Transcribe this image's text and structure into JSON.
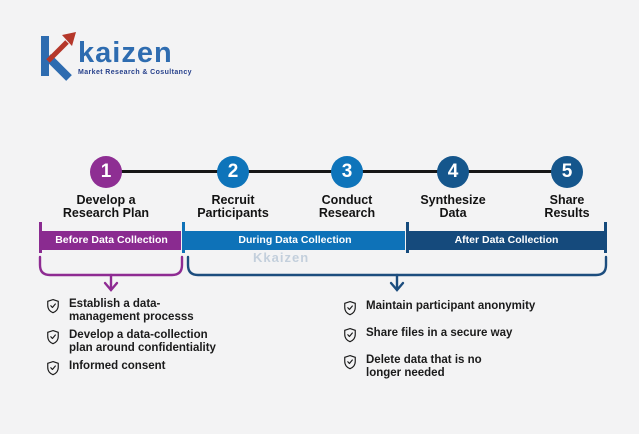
{
  "logo": {
    "brand": "kaizen",
    "tagline": "Market Research & Cosultancy",
    "colors": {
      "blue": "#2e6cb0",
      "red": "#b5372a",
      "tagline_blue": "#27418c"
    }
  },
  "watermark": "Kkaizen",
  "timeline": {
    "steps": [
      {
        "number": "1",
        "label_line1": "Develop a",
        "label_line2": "Research Plan",
        "color": "#8e2e93"
      },
      {
        "number": "2",
        "label_line1": "Recruit",
        "label_line2": "Participants",
        "color": "#0e74ba"
      },
      {
        "number": "3",
        "label_line1": "Conduct",
        "label_line2": "Research",
        "color": "#0e74ba"
      },
      {
        "number": "4",
        "label_line1": "Synthesize",
        "label_line2": "Data",
        "color": "#15568c"
      },
      {
        "number": "5",
        "label_line1": "Share",
        "label_line2": "Results",
        "color": "#15568c"
      }
    ]
  },
  "phases": [
    {
      "label": "Before Data Collection",
      "color": "#8a2b90"
    },
    {
      "label": "During Data Collection",
      "color": "#0e72b8"
    },
    {
      "label": "After Data Collection",
      "color": "#154a7c"
    }
  ],
  "before_checklist": {
    "items": [
      {
        "line1": "Establish a data-",
        "line2": "management processs"
      },
      {
        "line1": "Develop a data-collection",
        "line2": "plan around confidentiality"
      },
      {
        "line1": "Informed consent",
        "line2": ""
      }
    ]
  },
  "after_checklist": {
    "items": [
      {
        "line1": "Maintain participant anonymity",
        "line2": ""
      },
      {
        "line1": "Share files in a secure way",
        "line2": ""
      },
      {
        "line1": "Delete data that is no",
        "line2": "longer needed"
      }
    ]
  }
}
